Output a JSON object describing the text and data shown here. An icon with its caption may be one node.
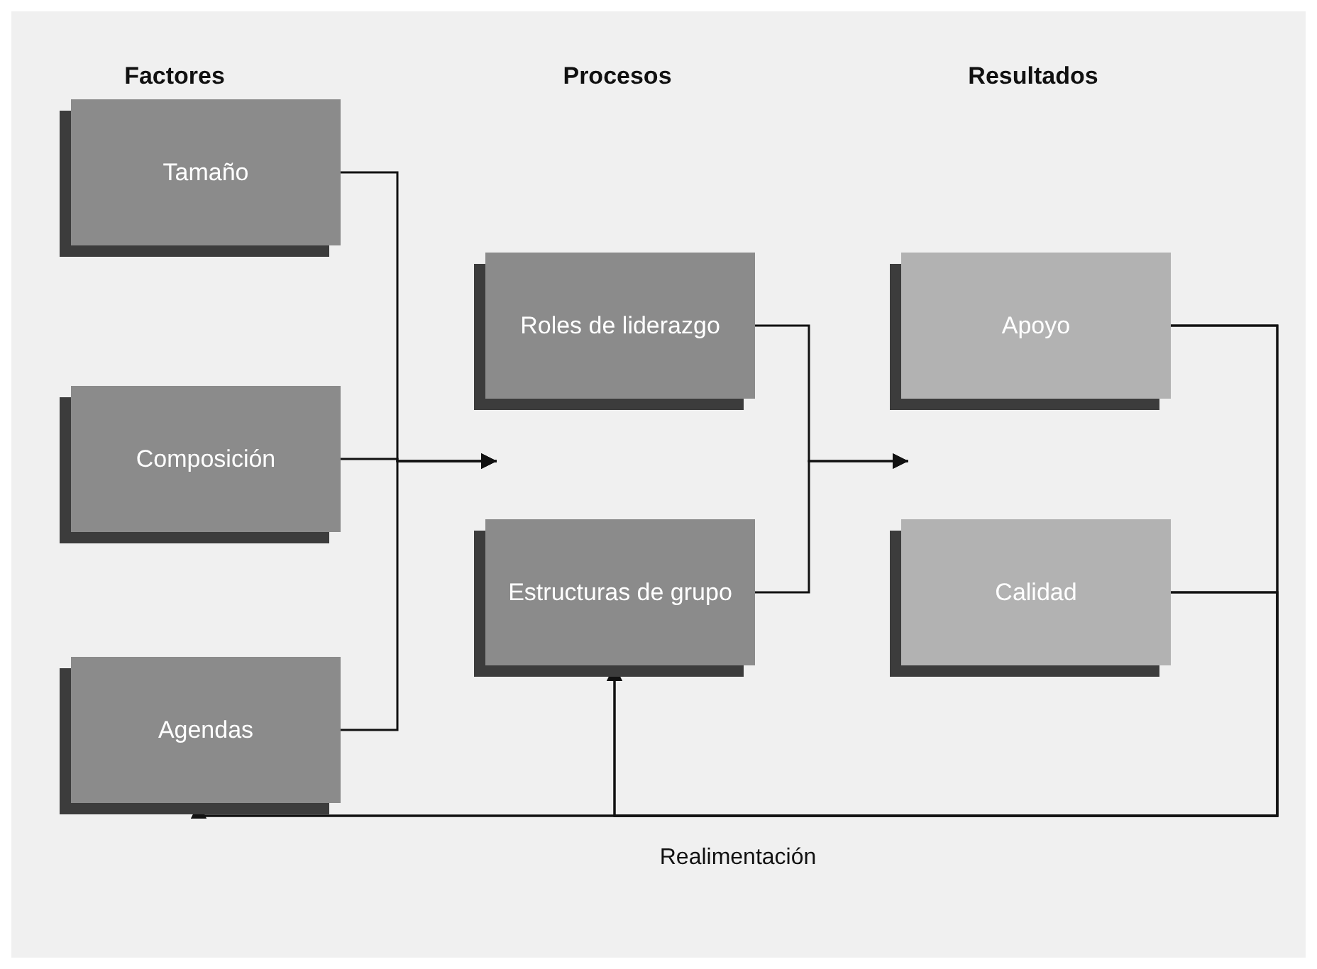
{
  "diagram": {
    "nodes": [
      {
        "text": [
          "Tamaño"
        ]
      },
      {
        "text": [
          "Composición"
        ]
      },
      {
        "text": [
          "Agendas"
        ]
      },
      {
        "text": [
          "Roles de liderazgo"
        ]
      },
      {
        "text": [
          "Estructuras de grupo"
        ]
      },
      {
        "text": [
          "Apoyo"
        ]
      },
      {
        "text": [
          "Calidad"
        ]
      }
    ],
    "edges": [
      {
        "from": 0,
        "to": null,
        "arrow": "to"
      },
      {
        "from": 1,
        "to": null,
        "arrow": "to"
      },
      {
        "from": 2,
        "to": null,
        "arrow": "to"
      },
      {
        "from": 3,
        "to": null,
        "arrow": "to"
      },
      {
        "from": 4,
        "to": null,
        "arrow": "to"
      },
      {
        "from": 5,
        "to": 2,
        "arrow": "to"
      },
      {
        "from": 5,
        "to": 4,
        "arrow": "to"
      },
      {
        "from": 6,
        "to": 2,
        "arrow": "to"
      },
      {
        "from": 6,
        "to": 4,
        "arrow": "to"
      }
    ],
    "labels": [
      "Factores",
      "Procesos",
      "Resultados",
      "Realimentación"
    ]
  }
}
